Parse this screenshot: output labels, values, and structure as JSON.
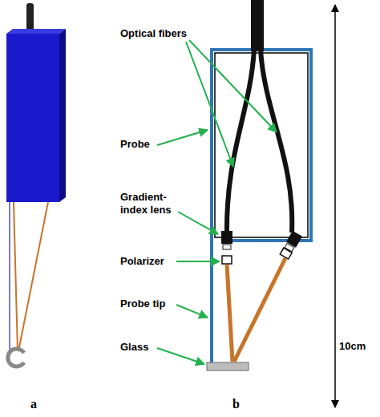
{
  "diagram": {
    "labels": [
      "Optical fibers",
      "Probe",
      "Gradient-index lens",
      "Polarizer",
      "Probe tip",
      "Glass",
      "10cm",
      "a",
      "b"
    ]
  }
}
